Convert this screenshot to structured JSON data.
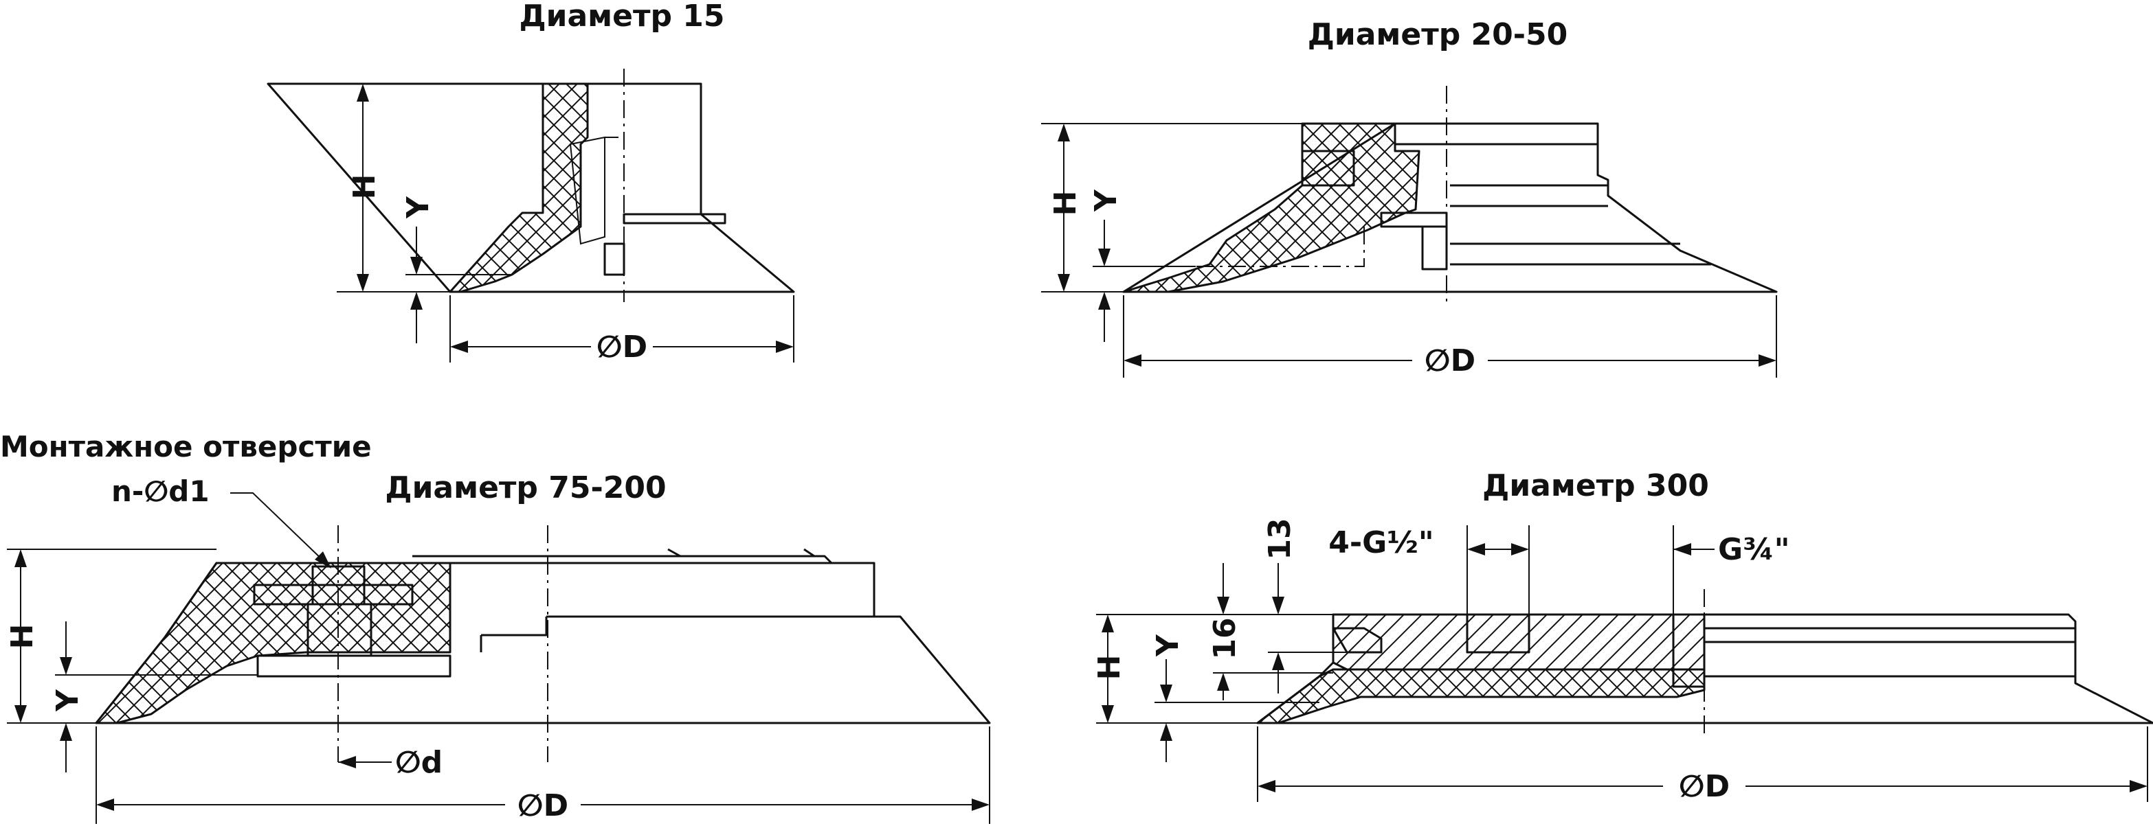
{
  "diagram": {
    "titles": {
      "d15": "Диаметр 15",
      "d20_50": "Диаметр 20-50",
      "d75_200": "Диаметр 75-200",
      "d300": "Диаметр 300"
    },
    "callout": {
      "line1": "Монтажное отверстие",
      "line2": "n-∅d1"
    },
    "labels": {
      "diameter_D": "∅D",
      "diameter_d": "∅d",
      "height_H": "H",
      "offset_Y": "Y",
      "dim_13": "13",
      "dim_16": "16",
      "thread_4g": "4-G½\"",
      "thread_g34": "G¾\""
    },
    "colors": {
      "line": "#111111",
      "background": "#ffffff"
    }
  }
}
